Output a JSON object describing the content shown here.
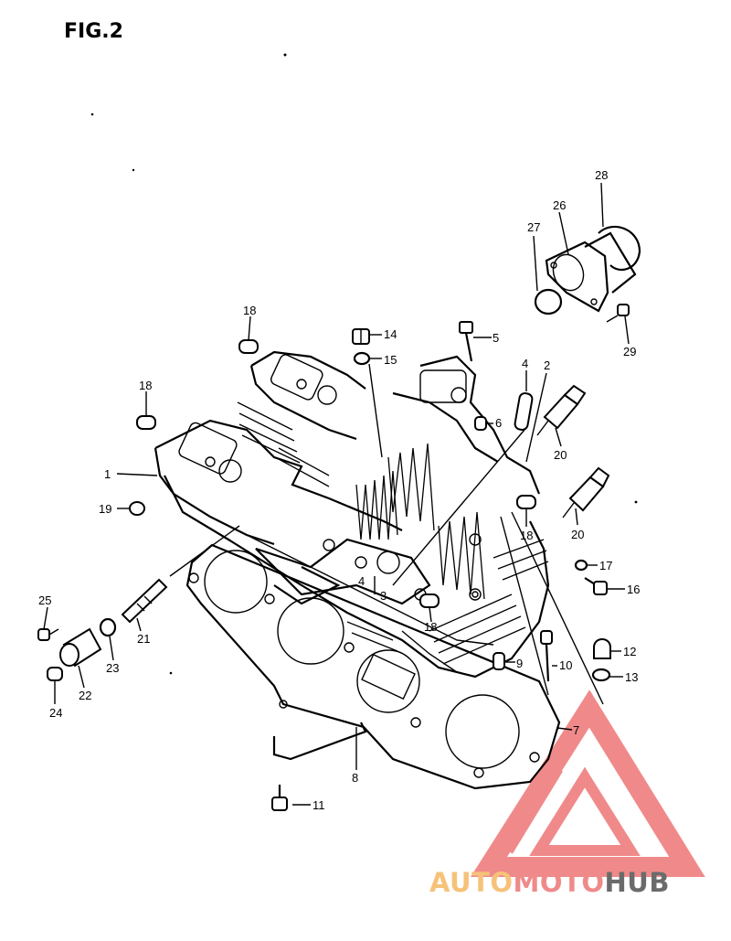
{
  "figure": {
    "title": "FIG.2"
  },
  "callouts": [
    {
      "id": "c1",
      "text": "1"
    },
    {
      "id": "c2",
      "text": "2"
    },
    {
      "id": "c3",
      "text": "3"
    },
    {
      "id": "c4a",
      "text": "4"
    },
    {
      "id": "c4b",
      "text": "4"
    },
    {
      "id": "c5",
      "text": "5"
    },
    {
      "id": "c6",
      "text": "6"
    },
    {
      "id": "c7",
      "text": "7"
    },
    {
      "id": "c8",
      "text": "8"
    },
    {
      "id": "c9",
      "text": "9"
    },
    {
      "id": "c10",
      "text": "10"
    },
    {
      "id": "c11",
      "text": "11"
    },
    {
      "id": "c12",
      "text": "12"
    },
    {
      "id": "c13",
      "text": "13"
    },
    {
      "id": "c14",
      "text": "14"
    },
    {
      "id": "c15",
      "text": "15"
    },
    {
      "id": "c16",
      "text": "16"
    },
    {
      "id": "c17",
      "text": "17"
    },
    {
      "id": "c18a",
      "text": "18"
    },
    {
      "id": "c18b",
      "text": "18"
    },
    {
      "id": "c18c",
      "text": "18"
    },
    {
      "id": "c18d",
      "text": "18"
    },
    {
      "id": "c19",
      "text": "19"
    },
    {
      "id": "c20a",
      "text": "20"
    },
    {
      "id": "c20b",
      "text": "20"
    },
    {
      "id": "c21",
      "text": "21"
    },
    {
      "id": "c22",
      "text": "22"
    },
    {
      "id": "c23",
      "text": "23"
    },
    {
      "id": "c24",
      "text": "24"
    },
    {
      "id": "c25",
      "text": "25"
    },
    {
      "id": "c26",
      "text": "26"
    },
    {
      "id": "c27",
      "text": "27"
    },
    {
      "id": "c28",
      "text": "28"
    },
    {
      "id": "c29",
      "text": "29"
    }
  ],
  "watermark": {
    "text": "AUTOMOTOHUB",
    "accent": "#f08a8a",
    "secondary": "#f6c27a",
    "dark": "#6b6b6b"
  }
}
